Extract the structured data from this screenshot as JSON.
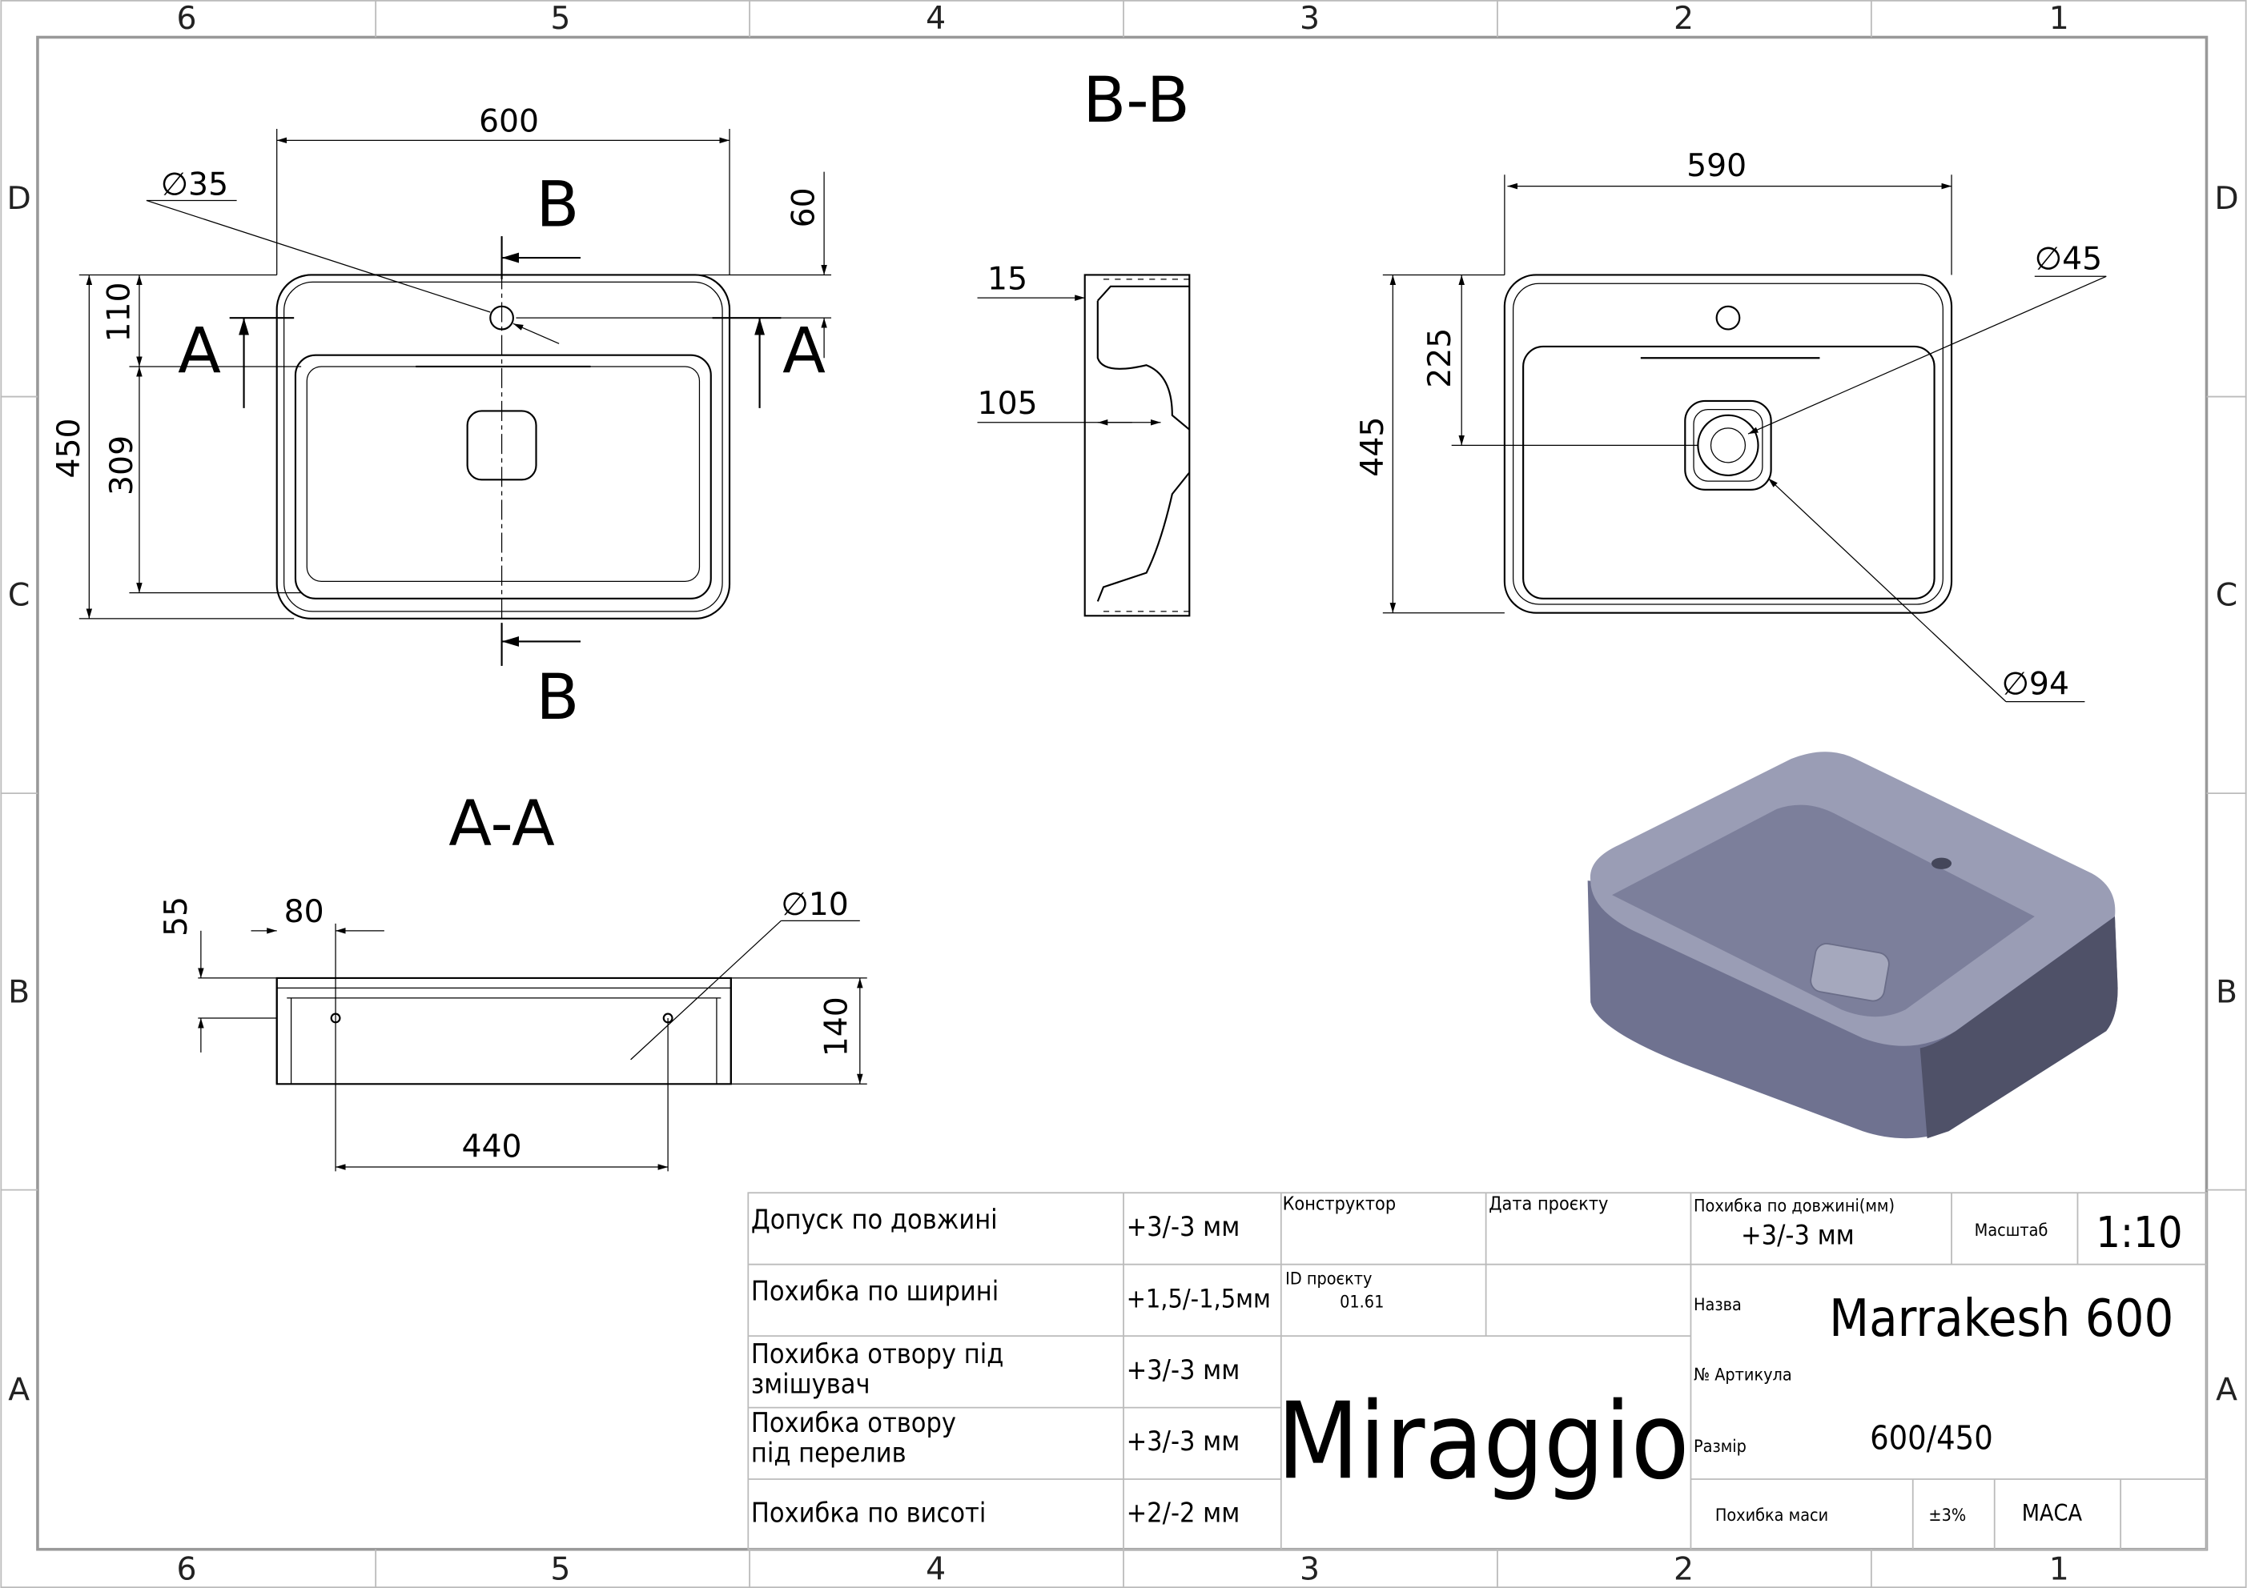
{
  "frame": {
    "columns": [
      "6",
      "5",
      "4",
      "3",
      "2",
      "1"
    ],
    "rows": [
      "D",
      "C",
      "B",
      "A"
    ]
  },
  "views": {
    "section_bb_title": "B-B",
    "section_aa_title": "A-A",
    "section_marker_b": "B",
    "section_marker_a": "A"
  },
  "dimensions": {
    "top_view": {
      "width": "600",
      "overflow_diameter": "∅35",
      "offset_60": "60",
      "offset_110": "110",
      "depth_450": "450",
      "inner_309": "309"
    },
    "section_bb": {
      "rim": "15",
      "depth": "105"
    },
    "right_view": {
      "width": "590",
      "drain_small": "∅45",
      "offset_225": "225",
      "depth_445": "445",
      "drain_large": "∅94"
    },
    "section_aa": {
      "rim": "55",
      "offset": "80",
      "hole": "∅10",
      "height": "140",
      "span": "440"
    }
  },
  "render_colors": {
    "body": "#7e819c",
    "top": "#9a9db5",
    "dark": "#4a4c62"
  },
  "title_block": {
    "tolerances": [
      {
        "label": "Допуск по довжині",
        "value": "+3/-3 мм"
      },
      {
        "label": "Похибка по ширині",
        "value": "+1,5/-1,5мм"
      },
      {
        "label": "Похибка отвору під\nзмішувач",
        "label_1": "Похибка отвору під",
        "label_2": "змішувач",
        "value": "+3/-3 мм"
      },
      {
        "label_1": "Похибка отвору",
        "label_2": "під перелив",
        "value": "+3/-3 мм"
      },
      {
        "label": "Похибка по висоті",
        "value": "+2/-2 мм"
      }
    ],
    "designer_label": "Конструктор",
    "date_label": "Дата проєкту",
    "project_id_label": "ID проєкту",
    "project_id": "01.61",
    "brand": "Miraggio",
    "length_tolerance_label": "Похибка по довжині(мм)",
    "length_tolerance": "+3/-3 мм",
    "scale_label": "Масштаб",
    "scale": "1:10",
    "name_label": "Назва",
    "name": "Marrakesh 600",
    "article_label": "№ Артикула",
    "size_label": "Размір",
    "size": "600/450",
    "mass_tolerance_label": "Похибка маси",
    "mass_tolerance": "±3%",
    "mass_label": "МАСА"
  }
}
